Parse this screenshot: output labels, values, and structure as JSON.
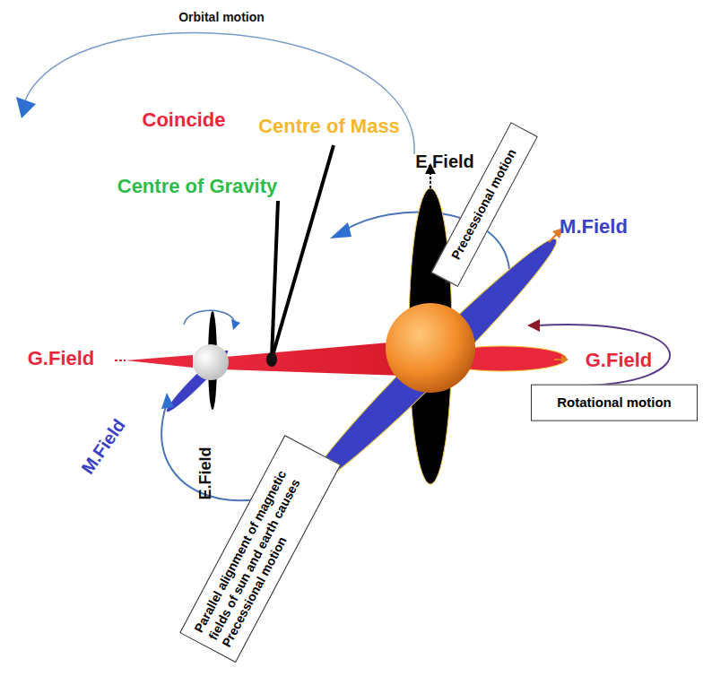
{
  "diagram": {
    "nodes": [
      {
        "text": [
          "Precessional motion"
        ]
      },
      {
        "text": [
          "Rotational motion"
        ]
      },
      {
        "text": [
          "Parallel alignment of magnetic fields of sun and earth causes Precessional motion"
        ]
      }
    ],
    "labels": [
      "Orbital motion",
      "Coincide",
      "Centre of Mass",
      "Centre of Gravity",
      "E.Field",
      "M.Field",
      "G.Field",
      "G.Field",
      "M.Field",
      "E.Field"
    ]
  }
}
